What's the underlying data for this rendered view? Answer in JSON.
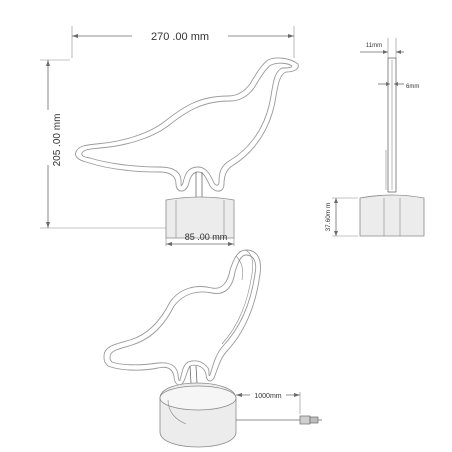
{
  "dimensions": {
    "width_label": "270 .00 mm",
    "height_label": "205 .00 mm",
    "base_width_label": "85 .00 mm",
    "base_height_label": "37.60m m",
    "depth_label": "11mm",
    "thickness_label": "6mm",
    "cable_label": "1000mm"
  },
  "colors": {
    "line": "#6b6b6b",
    "shade": "#ececec",
    "text": "#333333"
  }
}
